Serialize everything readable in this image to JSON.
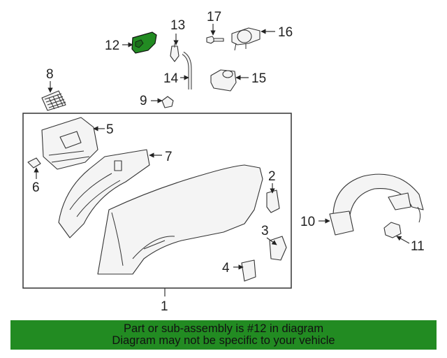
{
  "diagram": {
    "callouts": {
      "c1": "1",
      "c2": "2",
      "c3": "3",
      "c4": "4",
      "c5": "5",
      "c6": "6",
      "c7": "7",
      "c8": "8",
      "c9": "9",
      "c10": "10",
      "c11": "11",
      "c12": "12",
      "c13": "13",
      "c14": "14",
      "c15": "15",
      "c16": "16",
      "c17": "17"
    },
    "highlighted_part": "12",
    "highlight_color": "#228b22"
  },
  "banner": {
    "line1": "Part or sub-assembly is #12 in diagram",
    "line2": "Diagram may not be specific to your vehicle",
    "background": "#228b22"
  }
}
